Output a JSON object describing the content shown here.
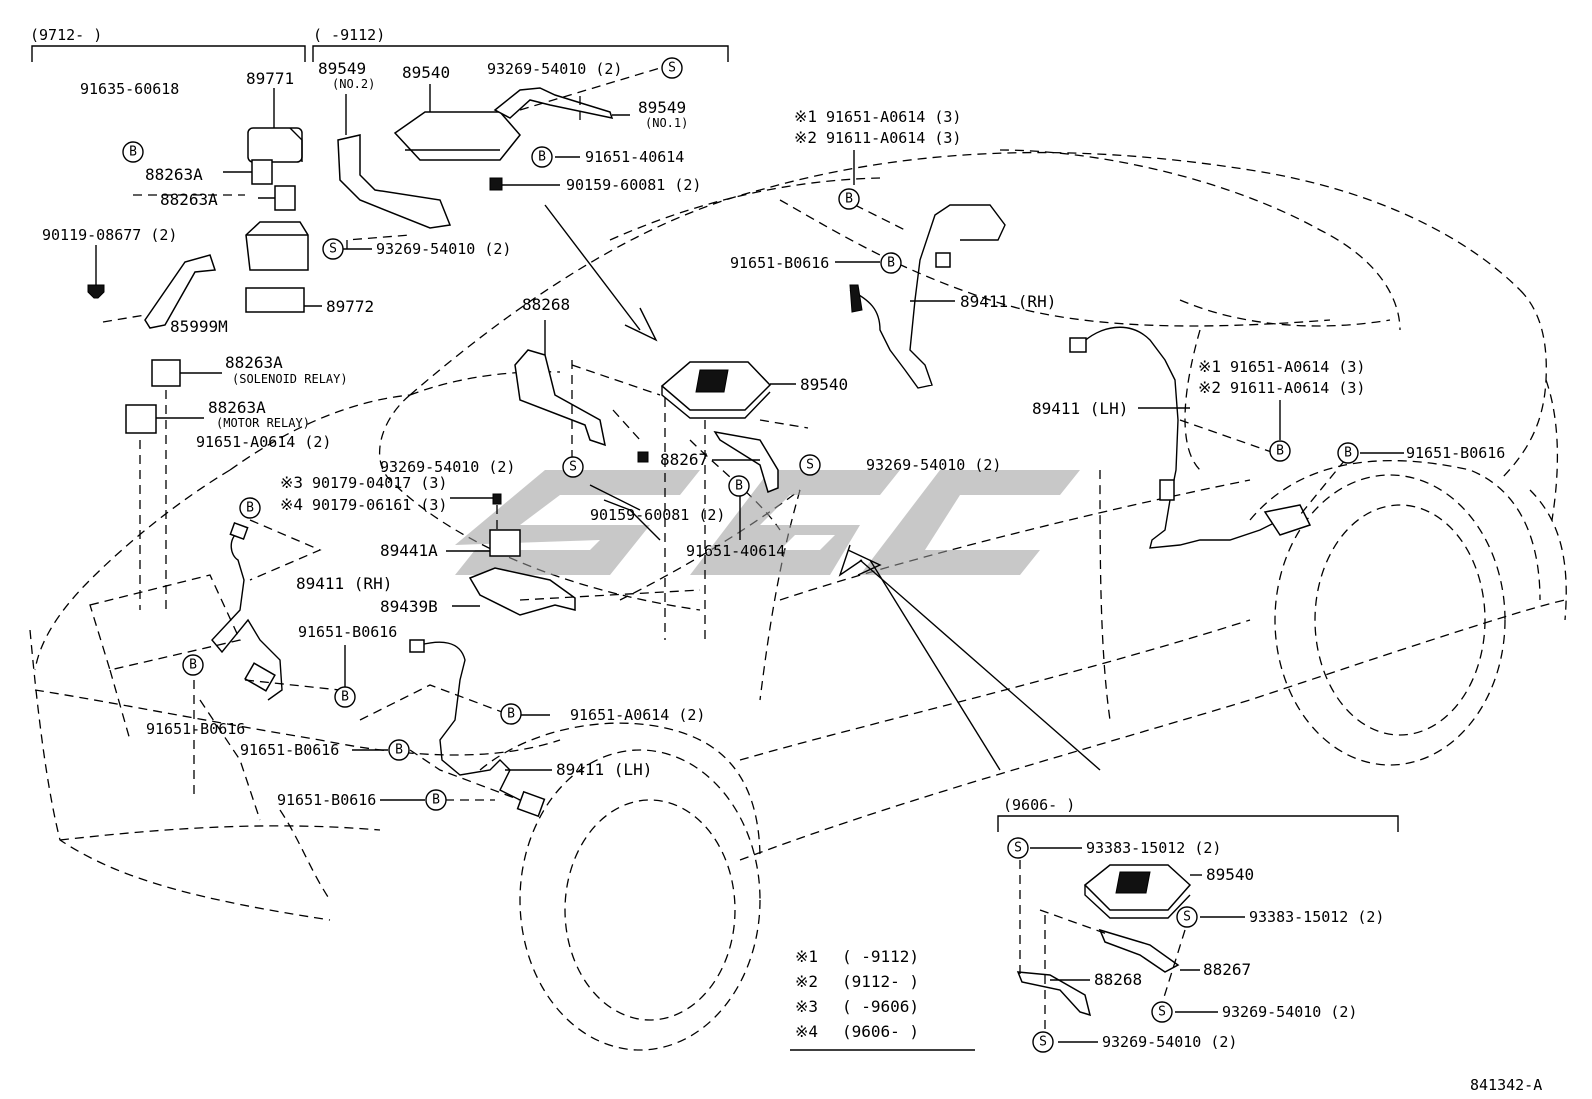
{
  "groups": {
    "left_top": "(9712-        )",
    "mid_top": "(        -9112)",
    "bottom_right": "(9606-        )"
  },
  "parts": {
    "p89771": "89771",
    "p91635_60618": "91635-60618",
    "p88263A_a": "88263A",
    "p88263A_b": "88263A",
    "p90119": "90119-08677 (2)",
    "p85999M": "85999M",
    "p89772": "89772",
    "p88263A_sol": "88263A",
    "sol_relay": "(SOLENOID RELAY)",
    "p88263A_mot": "88263A",
    "mot_relay": "(MOTOR RELAY)",
    "p91651_A0614_l": "91651-A0614 (2)",
    "p90179_04017": "90179-04017 (3)",
    "p90179_06161": "90179-06161 (3)",
    "p89411_rh_front": "89411 (RH)",
    "p91651_B0616_a": "91651-B0616",
    "p91651_B0616_b": "91651-B0616",
    "p91651_B0616_c": "91651-B0616",
    "p91651_B0616_d": "91651-B0616",
    "p91651_A0614_mid": "91651-A0614 (2)",
    "p89411_lh_front": "89411 (LH)",
    "p89549_no2": "89549",
    "no2": "(NO.2)",
    "p89540_top": "89540",
    "p93269_top": "93269-54010 (2)",
    "p89549_no1": "89549",
    "no1": "(NO.1)",
    "p91651_40614_top": "91651-40614",
    "p90159_top": "90159-60081 (2)",
    "p93269_mid": "93269-54010 (2)",
    "p88268_mid": "88268",
    "p89540_mid": "89540",
    "p88267_mid": "88267",
    "p93269_left": "93269-54010 (2)",
    "p93269_right": "93269-54010 (2)",
    "p90159_mid": "90159-60081 (2)",
    "p91651_40614_mid": "91651-40614",
    "p89441A": "89441A",
    "p89439B": "89439B",
    "p91651_A0614_r1": "91651-A0614 (3)",
    "p91611_A0614_r1": "91611-A0614 (3)",
    "p91651_B0616_r": "91651-B0616",
    "p89411_rh_rear": "89411 (RH)",
    "p91651_A0614_r2": "91651-A0614 (3)",
    "p91611_A0614_r2": "91611-A0614 (3)",
    "p89411_lh_rear": "89411 (LH)",
    "p91651_B0616_rr": "91651-B0616",
    "p93383_a": "93383-15012 (2)",
    "p89540_br": "89540",
    "p93383_b": "93383-15012 (2)",
    "p88268_br": "88268",
    "p88267_br": "88267",
    "p93269_br_a": "93269-54010 (2)",
    "p93269_br_b": "93269-54010 (2)"
  },
  "marks": {
    "m3": "※3",
    "m4": "※4",
    "m1_a": "※1",
    "m2_a": "※2",
    "m1_b": "※1",
    "m2_b": "※2"
  },
  "legend": [
    {
      "mark": "※1",
      "range": "(        -9112)"
    },
    {
      "mark": "※2",
      "range": "(9112-        )"
    },
    {
      "mark": "※3",
      "range": "(        -9606)"
    },
    {
      "mark": "※4",
      "range": "(9606-        )"
    }
  ],
  "symbols": {
    "b": "B",
    "s": "S"
  },
  "drawing_number": "841342-A"
}
